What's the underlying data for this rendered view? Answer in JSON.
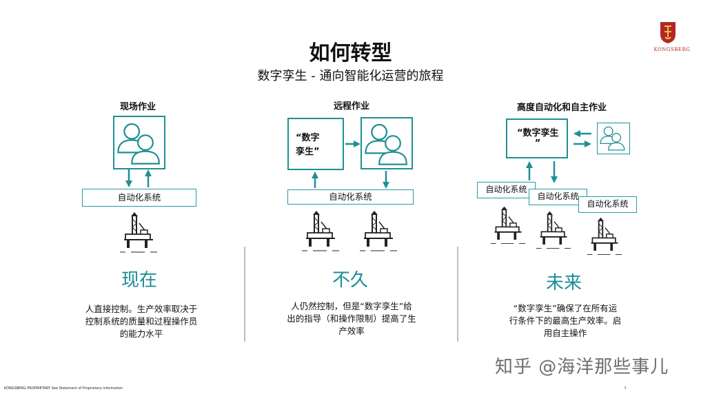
{
  "header": {
    "title": "如何转型",
    "subtitle": "数字孪生 - 通向智能化运营的旅程"
  },
  "brand": {
    "name": "KONGSBERG",
    "color": "#b3262a"
  },
  "colors": {
    "accent": "#1f8f93",
    "era": "#1a8c98",
    "divider": "#bdbdbd"
  },
  "columns": [
    {
      "heading": "现场作业",
      "system_label": "自动化系统",
      "era": "现在",
      "description_lines": [
        "人直接控制。生产效率取决于",
        "控制系统的质量和过程操作员",
        "的能力水平"
      ]
    },
    {
      "heading": "远程作业",
      "twin_label_lines": [
        "“数字",
        "孪生”"
      ],
      "system_label": "自动化系统",
      "era": "不久",
      "description_lines": [
        "人仍然控制，但是“数字孪生”给",
        "出的指导（和操作限制）提高了生",
        "产效率"
      ]
    },
    {
      "heading": "高度自动化和自主作业",
      "twin_label_lines": [
        "“数字孪生",
        "”"
      ],
      "system_labels": [
        "自动化系统",
        "自动化系统",
        "自动化系统"
      ],
      "era": "未来",
      "description_lines": [
        "“数字孪生”确保了在所有运",
        "行条件下的最高生产效率。启",
        "用自主操作"
      ]
    }
  ],
  "icons": {
    "person": "person-group-icon",
    "platform": "oil-platform-icon",
    "logo": "kongsberg-crest-icon"
  },
  "footer": {
    "proprietary": "KONGSBERG PROPRIETARY   See Statement of Proprietary information",
    "page": "4"
  },
  "watermark": "知乎 @海洋那些事儿"
}
